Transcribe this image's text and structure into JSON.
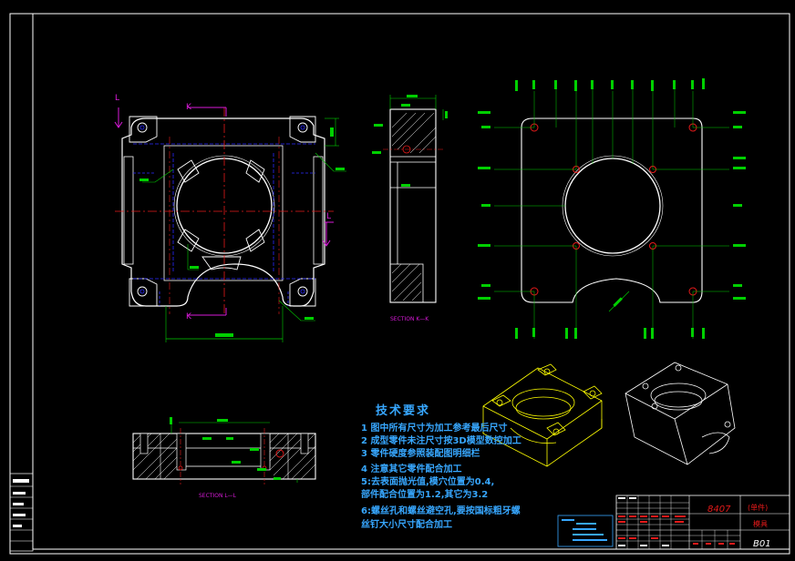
{
  "drawing": {
    "section_kk": "SECTION K—K",
    "section_ll": "SECTION L—L",
    "label_k": "K",
    "label_l": "L"
  },
  "technical_requirements": {
    "title": "技术要求",
    "items": [
      "1 图中所有尺寸为加工参考最后尺寸",
      "2 成型零件未注尺寸按3D模型数控加工",
      "3 零件硬度参照装配图明细栏",
      "4 注意其它零件配合加工",
      "5:去表面抛光值,模穴位置为0.4,",
      "   部件配合位置为1.2,其它为3.2",
      "6:螺丝孔和螺丝避空孔,要按国标粗牙螺",
      "   丝钉大小尺寸配合加工"
    ]
  },
  "title_block": {
    "material": "8407",
    "part_name": "B01",
    "field_note": "(单件)",
    "field_unit": "模具"
  },
  "colors": {
    "outline": "#ffffff",
    "frame": "#ffffff",
    "dimension": "#00d000",
    "centerline": "#e61a1a",
    "hidden": "#2a2aff",
    "annotation": "#d81ad8",
    "iso": "#ffff00",
    "text": "#37a7ff"
  }
}
